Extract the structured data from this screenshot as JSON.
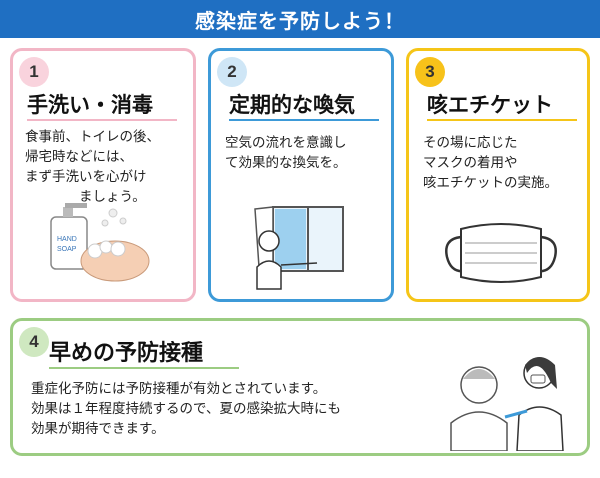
{
  "banner": {
    "title": "感染症を予防しよう！"
  },
  "cards": [
    {
      "number": "1",
      "title": "手洗い・消毒",
      "body": "食事前、トイレの後、\n帰宅時などには、\nまず手洗いを心がけ\n　　　　ましょう。",
      "soap_label_1": "HAND",
      "soap_label_2": "SOAP"
    },
    {
      "number": "2",
      "title": "定期的な喚気",
      "body": "空気の流れを意識し\nて効果的な換気を。"
    },
    {
      "number": "3",
      "title": "咳エチケット",
      "body": "その場に応じた\nマスクの着用や\n咳エチケットの実施。"
    },
    {
      "number": "4",
      "title": "早めの予防接種",
      "body": "重症化予防には予防接種が有効とされています。\n効果は１年程度持続するので、夏の感染拡大時にも\n効果が期待できます。"
    }
  ],
  "colors": {
    "banner": "#1f6fc2",
    "card1": "#f2b6c6",
    "card2": "#3d9ad8",
    "card3": "#f5c518",
    "card4": "#9ccc82"
  }
}
